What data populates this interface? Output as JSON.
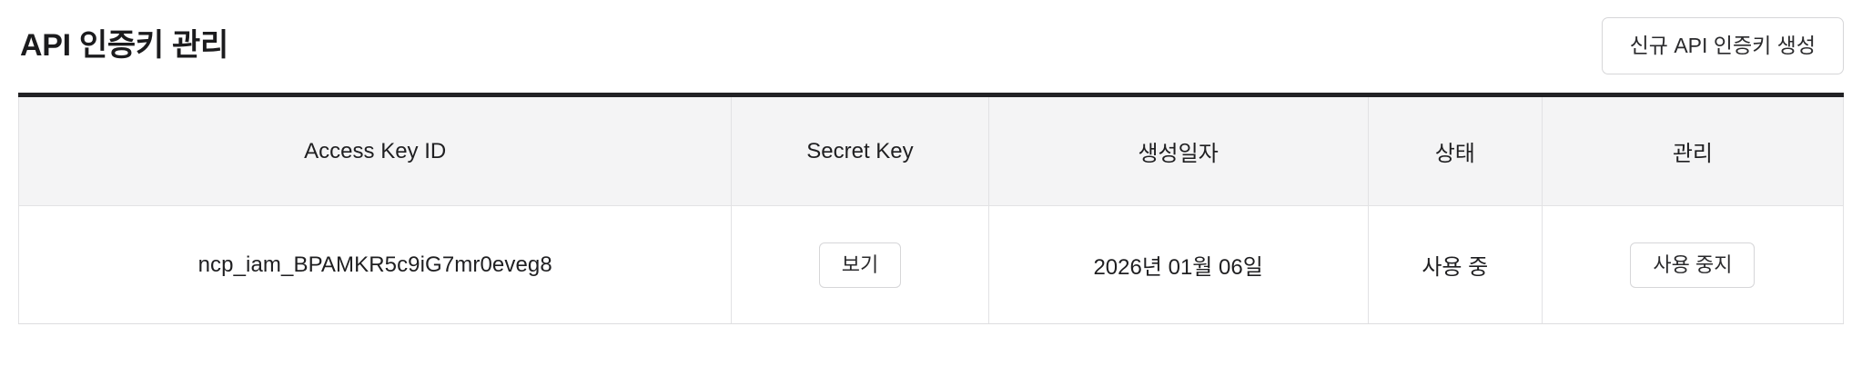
{
  "header": {
    "title": "API 인증키 관리",
    "create_button_label": "신규 API 인증키 생성"
  },
  "table": {
    "columns": [
      {
        "key": "access_key_id",
        "label": "Access Key ID"
      },
      {
        "key": "secret_key",
        "label": "Secret Key"
      },
      {
        "key": "created_at",
        "label": "생성일자"
      },
      {
        "key": "status",
        "label": "상태"
      },
      {
        "key": "manage",
        "label": "관리"
      }
    ],
    "rows": [
      {
        "access_key_id": "ncp_iam_BPAMKR5c9iG7mr0eveg8",
        "secret_key_button_label": "보기",
        "created_at": "2026년 01월 06일",
        "status": "사용 중",
        "manage_button_label": "사용 중지"
      }
    ]
  },
  "colors": {
    "table_top_border": "#222225",
    "header_background": "#f4f4f5",
    "cell_border": "#e2e2e4",
    "text": "#1f1f21",
    "button_border": "#d6d6d8"
  }
}
